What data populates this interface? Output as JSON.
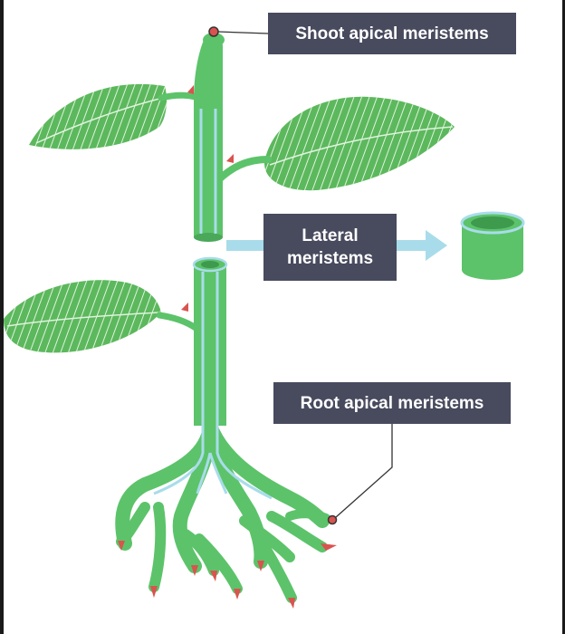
{
  "labels": {
    "shoot_apical": "Shoot apical meristems",
    "lateral_line1": "Lateral",
    "lateral_line2": "meristems",
    "root_apical": "Root apical meristems"
  },
  "colors": {
    "stem_green": "#5cc36a",
    "leaf_green": "#5cb85c",
    "vascular_blue": "#a9dcea",
    "tip_red": "#d9534f",
    "label_bg": "#484a5e",
    "arrow_blue": "#a9dcea"
  }
}
